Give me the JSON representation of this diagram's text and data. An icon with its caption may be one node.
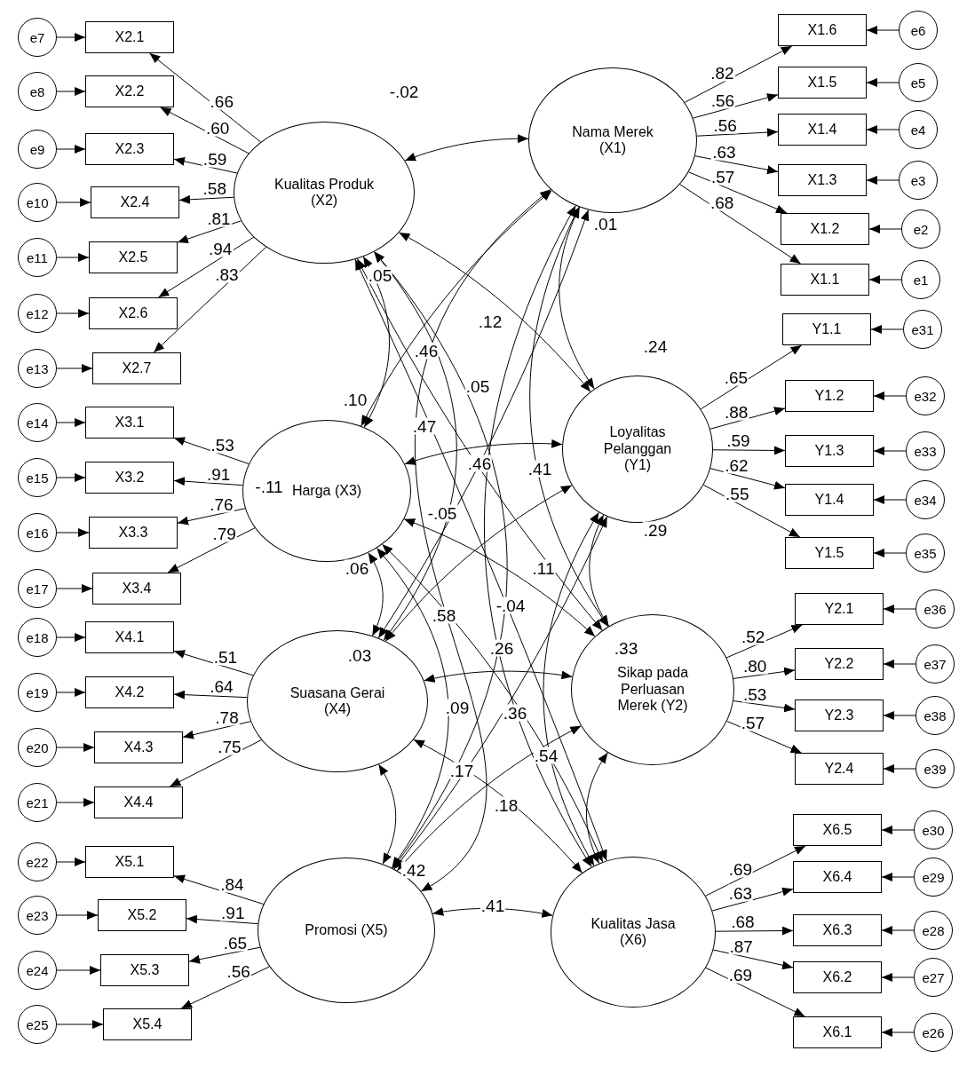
{
  "diagram": {
    "nodes": [
      {
        "text": [
          "Nama Merek (X1)"
        ]
      },
      {
        "text": [
          "Kualitas Produk (X2)"
        ]
      },
      {
        "text": [
          "Harga (X3)"
        ]
      },
      {
        "text": [
          "Loyalitas Pelanggan (Y1)"
        ]
      },
      {
        "text": [
          "Suasana Gerai (X4)"
        ]
      },
      {
        "text": [
          "Sikap pada Perluasan Merek (Y2)"
        ]
      },
      {
        "text": [
          "Promosi (X5)"
        ]
      },
      {
        "text": [
          "Kualitas Jasa (X6)"
        ]
      },
      {
        "text": [
          "X2.1"
        ]
      },
      {
        "text": [
          "X2.2"
        ]
      },
      {
        "text": [
          "X2.3"
        ]
      },
      {
        "text": [
          "X2.4"
        ]
      },
      {
        "text": [
          "X2.5"
        ]
      },
      {
        "text": [
          "X2.6"
        ]
      },
      {
        "text": [
          "X2.7"
        ]
      },
      {
        "text": [
          "X3.1"
        ]
      },
      {
        "text": [
          "X3.2"
        ]
      },
      {
        "text": [
          "X3.3"
        ]
      },
      {
        "text": [
          "X3.4"
        ]
      },
      {
        "text": [
          "X4.1"
        ]
      },
      {
        "text": [
          "X4.2"
        ]
      },
      {
        "text": [
          "X4.3"
        ]
      },
      {
        "text": [
          "X4.4"
        ]
      },
      {
        "text": [
          "X5.1"
        ]
      },
      {
        "text": [
          "X5.2"
        ]
      },
      {
        "text": [
          "X5.3"
        ]
      },
      {
        "text": [
          "X5.4"
        ]
      },
      {
        "text": [
          "X1.6"
        ]
      },
      {
        "text": [
          "X1.5"
        ]
      },
      {
        "text": [
          "X1.4"
        ]
      },
      {
        "text": [
          "X1.3"
        ]
      },
      {
        "text": [
          "X1.2"
        ]
      },
      {
        "text": [
          "X1.1"
        ]
      },
      {
        "text": [
          "Y1.1"
        ]
      },
      {
        "text": [
          "Y1.2"
        ]
      },
      {
        "text": [
          "Y1.3"
        ]
      },
      {
        "text": [
          "Y1.4"
        ]
      },
      {
        "text": [
          "Y1.5"
        ]
      },
      {
        "text": [
          "Y2.1"
        ]
      },
      {
        "text": [
          "Y2.2"
        ]
      },
      {
        "text": [
          "Y2.3"
        ]
      },
      {
        "text": [
          "Y2.4"
        ]
      },
      {
        "text": [
          "X6.5"
        ]
      },
      {
        "text": [
          "X6.4"
        ]
      },
      {
        "text": [
          "X6.3"
        ]
      },
      {
        "text": [
          "X6.2"
        ]
      },
      {
        "text": [
          "X6.1"
        ]
      },
      {
        "text": [
          "e7"
        ]
      },
      {
        "text": [
          "e8"
        ]
      },
      {
        "text": [
          "e9"
        ]
      },
      {
        "text": [
          "e10"
        ]
      },
      {
        "text": [
          "e11"
        ]
      },
      {
        "text": [
          "e12"
        ]
      },
      {
        "text": [
          "e13"
        ]
      },
      {
        "text": [
          "e14"
        ]
      },
      {
        "text": [
          "e15"
        ]
      },
      {
        "text": [
          "e16"
        ]
      },
      {
        "text": [
          "e17"
        ]
      },
      {
        "text": [
          "e18"
        ]
      },
      {
        "text": [
          "e19"
        ]
      },
      {
        "text": [
          "e20"
        ]
      },
      {
        "text": [
          "e21"
        ]
      },
      {
        "text": [
          "e22"
        ]
      },
      {
        "text": [
          "e23"
        ]
      },
      {
        "text": [
          "e24"
        ]
      },
      {
        "text": [
          "e25"
        ]
      },
      {
        "text": [
          "e6"
        ]
      },
      {
        "text": [
          "e5"
        ]
      },
      {
        "text": [
          "e4"
        ]
      },
      {
        "text": [
          "e3"
        ]
      },
      {
        "text": [
          "e2"
        ]
      },
      {
        "text": [
          "e1"
        ]
      },
      {
        "text": [
          "e31"
        ]
      },
      {
        "text": [
          "e32"
        ]
      },
      {
        "text": [
          "e33"
        ]
      },
      {
        "text": [
          "e34"
        ]
      },
      {
        "text": [
          "e35"
        ]
      },
      {
        "text": [
          "e36"
        ]
      },
      {
        "text": [
          "e37"
        ]
      },
      {
        "text": [
          "e38"
        ]
      },
      {
        "text": [
          "e39"
        ]
      },
      {
        "text": [
          "e30"
        ]
      },
      {
        "text": [
          "e29"
        ]
      },
      {
        "text": [
          "e28"
        ]
      },
      {
        "text": [
          "e27"
        ]
      },
      {
        "text": [
          "e26"
        ]
      }
    ],
    "edges": [
      {
        "from": 1,
        "to": 8,
        "arrow": "to",
        "label": ".66"
      },
      {
        "from": 1,
        "to": 9,
        "arrow": "to",
        "label": ".60"
      },
      {
        "from": 1,
        "to": 10,
        "arrow": "to",
        "label": ".59"
      },
      {
        "from": 1,
        "to": 11,
        "arrow": "to",
        "label": ".58"
      },
      {
        "from": 1,
        "to": 12,
        "arrow": "to",
        "label": ".81"
      },
      {
        "from": 1,
        "to": 13,
        "arrow": "to",
        "label": ".94"
      },
      {
        "from": 1,
        "to": 14,
        "arrow": "to",
        "label": ".83"
      },
      {
        "from": 2,
        "to": 15,
        "arrow": "to",
        "label": ".53"
      },
      {
        "from": 2,
        "to": 16,
        "arrow": "to",
        "label": ".91"
      },
      {
        "from": 2,
        "to": 17,
        "arrow": "to",
        "label": ".76"
      },
      {
        "from": 2,
        "to": 18,
        "arrow": "to",
        "label": ".79"
      },
      {
        "from": 4,
        "to": 19,
        "arrow": "to",
        "label": ".51"
      },
      {
        "from": 4,
        "to": 20,
        "arrow": "to",
        "label": ".64"
      },
      {
        "from": 4,
        "to": 21,
        "arrow": "to",
        "label": ".78"
      },
      {
        "from": 4,
        "to": 22,
        "arrow": "to",
        "label": ".75"
      },
      {
        "from": 6,
        "to": 23,
        "arrow": "to",
        "label": ".84"
      },
      {
        "from": 6,
        "to": 24,
        "arrow": "to",
        "label": ".91"
      },
      {
        "from": 6,
        "to": 25,
        "arrow": "to",
        "label": ".65"
      },
      {
        "from": 6,
        "to": 26,
        "arrow": "to",
        "label": ".56"
      },
      {
        "from": 0,
        "to": 27,
        "arrow": "to",
        "label": ".82"
      },
      {
        "from": 0,
        "to": 28,
        "arrow": "to",
        "label": ".56"
      },
      {
        "from": 0,
        "to": 29,
        "arrow": "to",
        "label": ".56"
      },
      {
        "from": 0,
        "to": 30,
        "arrow": "to",
        "label": ".63"
      },
      {
        "from": 0,
        "to": 31,
        "arrow": "to",
        "label": ".57"
      },
      {
        "from": 0,
        "to": 32,
        "arrow": "to",
        "label": ".68"
      },
      {
        "from": 3,
        "to": 33,
        "arrow": "to",
        "label": ".65"
      },
      {
        "from": 3,
        "to": 34,
        "arrow": "to",
        "label": ".88"
      },
      {
        "from": 3,
        "to": 35,
        "arrow": "to",
        "label": ".59"
      },
      {
        "from": 3,
        "to": 36,
        "arrow": "to",
        "label": ".62"
      },
      {
        "from": 3,
        "to": 37,
        "arrow": "to",
        "label": ".55"
      },
      {
        "from": 5,
        "to": 38,
        "arrow": "to",
        "label": ".52"
      },
      {
        "from": 5,
        "to": 39,
        "arrow": "to",
        "label": ".80"
      },
      {
        "from": 5,
        "to": 40,
        "arrow": "to",
        "label": ".53"
      },
      {
        "from": 5,
        "to": 41,
        "arrow": "to",
        "label": ".57"
      },
      {
        "from": 7,
        "to": 42,
        "arrow": "to",
        "label": ".69"
      },
      {
        "from": 7,
        "to": 43,
        "arrow": "to",
        "label": ".63"
      },
      {
        "from": 7,
        "to": 44,
        "arrow": "to",
        "label": ".68"
      },
      {
        "from": 7,
        "to": 45,
        "arrow": "to",
        "label": ".87"
      },
      {
        "from": 7,
        "to": 46,
        "arrow": "to",
        "label": ".69"
      },
      {
        "from": 47,
        "to": 8,
        "arrow": "to"
      },
      {
        "from": 48,
        "to": 9,
        "arrow": "to"
      },
      {
        "from": 49,
        "to": 10,
        "arrow": "to"
      },
      {
        "from": 50,
        "to": 11,
        "arrow": "to"
      },
      {
        "from": 51,
        "to": 12,
        "arrow": "to"
      },
      {
        "from": 52,
        "to": 13,
        "arrow": "to"
      },
      {
        "from": 53,
        "to": 14,
        "arrow": "to"
      },
      {
        "from": 54,
        "to": 15,
        "arrow": "to"
      },
      {
        "from": 55,
        "to": 16,
        "arrow": "to"
      },
      {
        "from": 56,
        "to": 17,
        "arrow": "to"
      },
      {
        "from": 57,
        "to": 18,
        "arrow": "to"
      },
      {
        "from": 58,
        "to": 19,
        "arrow": "to"
      },
      {
        "from": 59,
        "to": 20,
        "arrow": "to"
      },
      {
        "from": 60,
        "to": 21,
        "arrow": "to"
      },
      {
        "from": 61,
        "to": 22,
        "arrow": "to"
      },
      {
        "from": 62,
        "to": 23,
        "arrow": "to"
      },
      {
        "from": 63,
        "to": 24,
        "arrow": "to"
      },
      {
        "from": 64,
        "to": 25,
        "arrow": "to"
      },
      {
        "from": 65,
        "to": 26,
        "arrow": "to"
      },
      {
        "from": 66,
        "to": 27,
        "arrow": "to"
      },
      {
        "from": 67,
        "to": 28,
        "arrow": "to"
      },
      {
        "from": 68,
        "to": 29,
        "arrow": "to"
      },
      {
        "from": 69,
        "to": 30,
        "arrow": "to"
      },
      {
        "from": 70,
        "to": 31,
        "arrow": "to"
      },
      {
        "from": 71,
        "to": 32,
        "arrow": "to"
      },
      {
        "from": 72,
        "to": 33,
        "arrow": "to"
      },
      {
        "from": 73,
        "to": 34,
        "arrow": "to"
      },
      {
        "from": 74,
        "to": 35,
        "arrow": "to"
      },
      {
        "from": 75,
        "to": 36,
        "arrow": "to"
      },
      {
        "from": 76,
        "to": 37,
        "arrow": "to"
      },
      {
        "from": 77,
        "to": 38,
        "arrow": "to"
      },
      {
        "from": 78,
        "to": 39,
        "arrow": "to"
      },
      {
        "from": 79,
        "to": 40,
        "arrow": "to"
      },
      {
        "from": 80,
        "to": 41,
        "arrow": "to"
      },
      {
        "from": 81,
        "to": 42,
        "arrow": "to"
      },
      {
        "from": 82,
        "to": 43,
        "arrow": "to"
      },
      {
        "from": 83,
        "to": 44,
        "arrow": "to"
      },
      {
        "from": 84,
        "to": 45,
        "arrow": "to"
      },
      {
        "from": 85,
        "to": 46,
        "arrow": "to"
      },
      {
        "from": 0,
        "to": 1,
        "arrow": "both"
      },
      {
        "from": 0,
        "to": 2,
        "arrow": "both"
      },
      {
        "from": 0,
        "to": 3,
        "arrow": "both"
      },
      {
        "from": 0,
        "to": 4,
        "arrow": "both"
      },
      {
        "from": 0,
        "to": 5,
        "arrow": "both"
      },
      {
        "from": 0,
        "to": 6,
        "arrow": "both"
      },
      {
        "from": 0,
        "to": 7,
        "arrow": "both"
      },
      {
        "from": 1,
        "to": 2,
        "arrow": "both"
      },
      {
        "from": 1,
        "to": 3,
        "arrow": "both"
      },
      {
        "from": 1,
        "to": 4,
        "arrow": "both"
      },
      {
        "from": 1,
        "to": 5,
        "arrow": "both"
      },
      {
        "from": 1,
        "to": 6,
        "arrow": "both"
      },
      {
        "from": 1,
        "to": 7,
        "arrow": "both"
      },
      {
        "from": 2,
        "to": 3,
        "arrow": "both"
      },
      {
        "from": 2,
        "to": 4,
        "arrow": "both"
      },
      {
        "from": 2,
        "to": 5,
        "arrow": "both"
      },
      {
        "from": 2,
        "to": 6,
        "arrow": "both"
      },
      {
        "from": 2,
        "to": 7,
        "arrow": "both"
      },
      {
        "from": 3,
        "to": 4,
        "arrow": "both"
      },
      {
        "from": 3,
        "to": 5,
        "arrow": "both"
      },
      {
        "from": 3,
        "to": 6,
        "arrow": "both"
      },
      {
        "from": 3,
        "to": 7,
        "arrow": "both"
      },
      {
        "from": 4,
        "to": 5,
        "arrow": "both"
      },
      {
        "from": 4,
        "to": 6,
        "arrow": "both"
      },
      {
        "from": 4,
        "to": 7,
        "arrow": "both"
      },
      {
        "from": 5,
        "to": 6,
        "arrow": "both"
      },
      {
        "from": 5,
        "to": 7,
        "arrow": "both"
      },
      {
        "from": 6,
        "to": 7,
        "arrow": "both"
      }
    ],
    "labels": [
      "-.02",
      ".01",
      ".05",
      ".12",
      ".24",
      ".46",
      ".05",
      ".10",
      ".47",
      ".46",
      "-.11",
      ".41",
      "-.05",
      ".29",
      ".06",
      ".11",
      "-.04",
      ".58",
      ".26",
      ".33",
      ".03",
      ".09",
      ".36",
      ".54",
      ".17",
      ".18",
      ".42",
      ".41"
    ]
  }
}
